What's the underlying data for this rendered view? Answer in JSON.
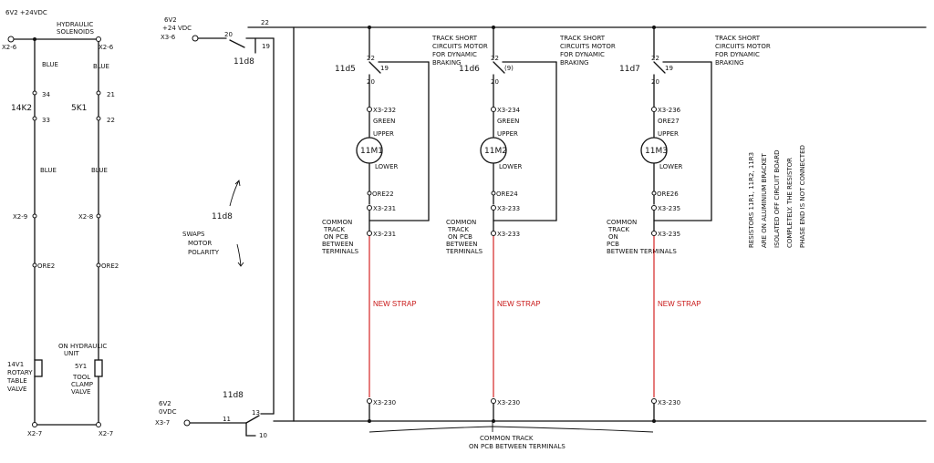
{
  "left_panel": {
    "supply_label": "6V2 +24VDC",
    "hydraulic_label_1": "HYDRAULIC",
    "hydraulic_label_2": "SOLENOIDS",
    "term_left_top": "X2-6",
    "term_right_top": "X2-6",
    "wire_blue_1": "BLUE",
    "wire_blue_2": "BLUE",
    "wire_blue_3": "BLUE",
    "wire_blue_4": "BLUE",
    "relay_1": "14K2",
    "relay_1_pin_a": "34",
    "relay_1_pin_b": "33",
    "relay_2": "5K1",
    "relay_2_pin_a": "21",
    "relay_2_pin_b": "22",
    "term_x2_9": "X2-9",
    "term_x2_8": "X2-8",
    "ore_left": "ORE2",
    "ore_right": "ORE2",
    "coil_left_1": "14V1",
    "coil_left_2": "ROTARY",
    "coil_left_3": "TABLE",
    "coil_left_4": "VALVE",
    "coil_right_note_1": "ON HYDRAULIC",
    "coil_right_note_2": "UNIT",
    "coil_right_tag": "5Y1",
    "coil_right_1": "TOOL",
    "coil_right_2": "CLAMP",
    "coil_right_3": "VALVE",
    "term_left_bottom": "X2-7",
    "term_right_bottom": "X2-7"
  },
  "supply": {
    "top_1": "6V2",
    "top_2": "+24 VDC",
    "top_term": "X3-6",
    "bottom_1": "6V2",
    "bottom_2": "0VDC",
    "bottom_term": "X3-7"
  },
  "relay_11d8": {
    "name_top": "11d8",
    "name_mid": "11d8",
    "name_bottom": "11d8",
    "pin_20": "20",
    "pin_19": "19",
    "pin_22": "22",
    "pin_13": "13",
    "pin_11": "11",
    "pin_10": "10",
    "swap_1": "SWAPS",
    "swap_2": "MOTOR",
    "swap_3": "POLARITY"
  },
  "motors": [
    {
      "relay": "11d5",
      "pin_22": "22",
      "pin_19": "19",
      "pin_20": "20",
      "track_1": "TRACK SHORT",
      "track_2": "CIRCUITS MOTOR",
      "track_3": "FOR DYNAMIC",
      "track_4": "BRAKING",
      "term_upper": "X3-232",
      "wire_upper": "GREEN",
      "upper": "UPPER",
      "motor": "11M1",
      "lower": "LOWER",
      "ore": "ORE22",
      "term_mid": "X3-231",
      "common_1": "COMMON",
      "common_2": "TRACK",
      "common_3": "ON PCB",
      "common_4": "BETWEEN",
      "common_5": "TERMINALS",
      "term_low": "X3-231",
      "strap": "NEW STRAP",
      "term_bottom": "X3-230"
    },
    {
      "relay": "11d6",
      "pin_22": "22",
      "pin_19": "(9)",
      "pin_20": "20",
      "track_1": "TRACK SHORT",
      "track_2": "CIRCUITS MOTOR",
      "track_3": "FOR DYNAMIC",
      "track_4": "BRAKING",
      "term_upper": "X3-234",
      "wire_upper": "GREEN",
      "upper": "UPPER",
      "motor": "11M2",
      "lower": "LOWER",
      "ore": "ORE24",
      "term_mid": "X3-233",
      "common_1": "COMMON",
      "common_2": "TRACK",
      "common_3": "ON PCB",
      "common_4": "BETWEEN",
      "common_5": "TERMINALS",
      "term_low": "X3-233",
      "strap": "NEW STRAP",
      "term_bottom": "X3-230"
    },
    {
      "relay": "11d7",
      "pin_22": "22",
      "pin_19": "19",
      "pin_20": "20",
      "track_1": "TRACK SHORT",
      "track_2": "CIRCUITS MOTOR",
      "track_3": "FOR DYNAMIC",
      "track_4": "BRAKING",
      "term_upper": "X3-236",
      "wire_upper": "ORE27",
      "upper": "UPPER",
      "motor": "11M3",
      "lower": "LOWER",
      "ore": "ORE26",
      "term_mid": "X3-235",
      "common_1": "COMMON",
      "common_2": "TRACK",
      "common_3": "ON",
      "common_4": "PCB",
      "common_5": "BETWEEN TERMINALS",
      "term_low": "X3-235",
      "strap": "NEW STRAP",
      "term_bottom": "X3-230"
    }
  ],
  "bottom_note_1": "COMMON TRACK",
  "bottom_note_2": "ON PCB BETWEEN TERMINALS",
  "side_note": [
    "RESISTORS 11R1, 11R2, 11R3",
    "ARE ON ALUMINIUM BRACKET",
    "ISOLATED OFF CIRCUIT BOARD",
    "COMPLETELY. THE RESISTOR",
    "PHASE END IS NOT CONNECTED"
  ]
}
